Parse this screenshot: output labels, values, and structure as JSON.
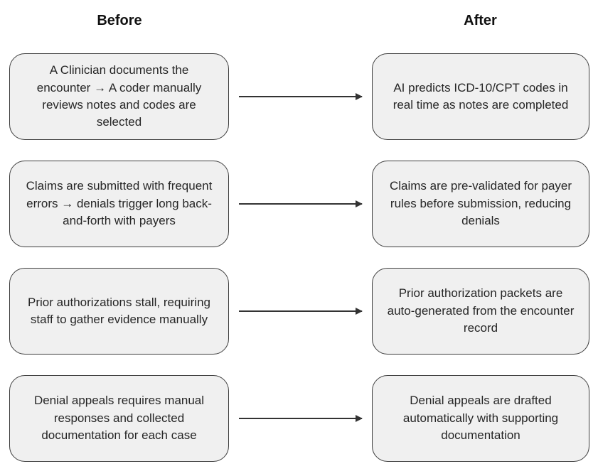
{
  "diagram": {
    "title_before": "Before",
    "title_after": "After",
    "rows": [
      {
        "before": "A Clinician documents the encounter → A coder manually reviews notes and codes are selected",
        "after": "AI predicts ICD-10/CPT codes in real time as notes are completed"
      },
      {
        "before": "Claims are submitted with frequent errors → denials trigger long back-and-forth with payers",
        "after": "Claims are pre-validated for payer rules before submission, reducing denials"
      },
      {
        "before": "Prior authorizations stall, requiring staff to gather evidence manually",
        "after": "Prior authorization packets are auto-generated from the encounter record"
      },
      {
        "before": "Denial appeals requires manual responses and collected documentation for each case",
        "after": "Denial appeals are drafted automatically with supporting documentation"
      }
    ],
    "colors": {
      "background": "#ffffff",
      "box_fill": "#f0f0f0",
      "box_border": "#3d3d3d",
      "text": "#262626",
      "arrow": "#333333",
      "header_text": "#111111"
    }
  }
}
